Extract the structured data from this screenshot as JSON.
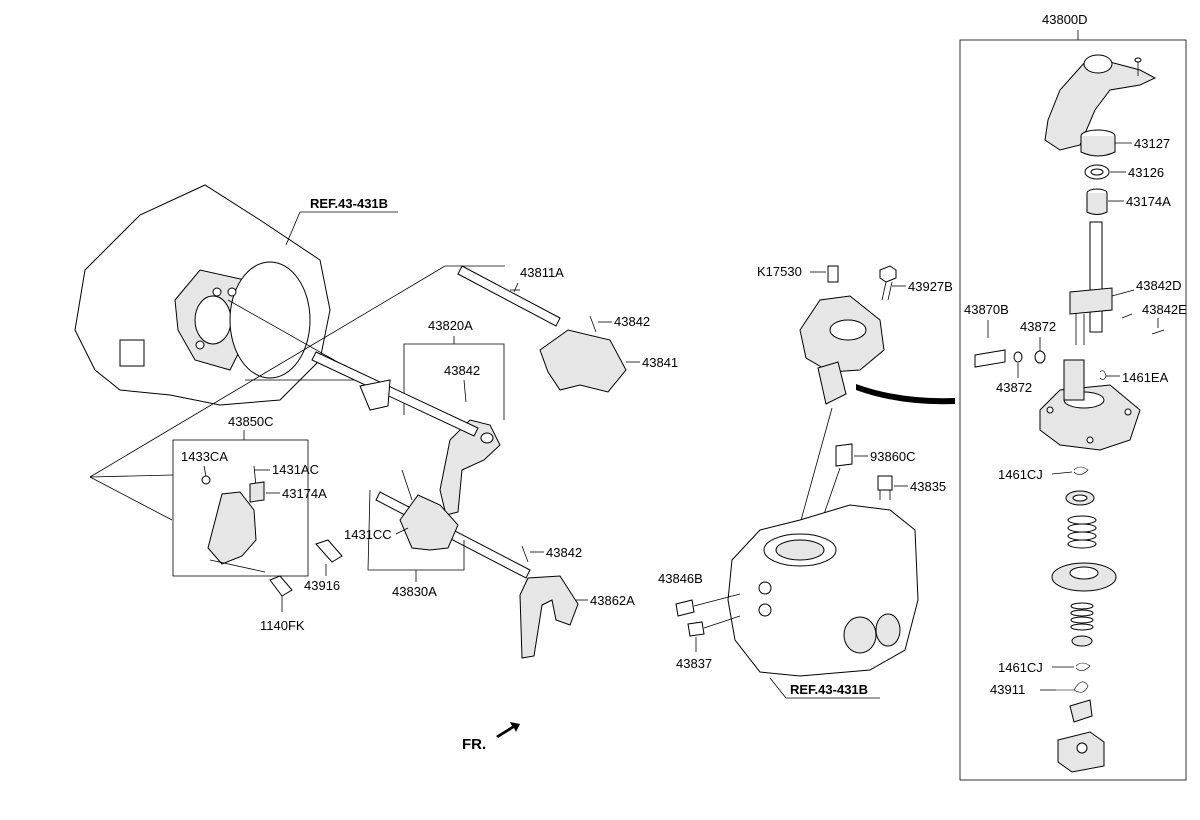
{
  "labels": {
    "l43800D": "43800D",
    "l43127": "43127",
    "l43126": "43126",
    "l43174A_r": "43174A",
    "l43842D": "43842D",
    "l43842E": "43842E",
    "l43870B": "43870B",
    "l43872_a": "43872",
    "l43872_b": "43872",
    "l1461EA": "1461EA",
    "l1461CJ_a": "1461CJ",
    "l1461CJ_b": "1461CJ",
    "l43911": "43911",
    "lK17530": "K17530",
    "l43927B": "43927B",
    "l93860C": "93860C",
    "l43835": "43835",
    "l43846B": "43846B",
    "l43837": "43837",
    "l43811A": "43811A",
    "l43842_a": "43842",
    "l43841": "43841",
    "l43820A": "43820A",
    "l43842_b": "43842",
    "l43850C": "43850C",
    "l1433CA": "1433CA",
    "l1431AC": "1431AC",
    "l43174A_l": "43174A",
    "l43916": "43916",
    "l1140FK": "1140FK",
    "l1431CC": "1431CC",
    "l43830A": "43830A",
    "l43842_c": "43842",
    "l43862A": "43862A"
  },
  "refs": {
    "ref_top": "REF.43-431B",
    "ref_bottom": "REF.43-431B"
  },
  "front": "FR."
}
